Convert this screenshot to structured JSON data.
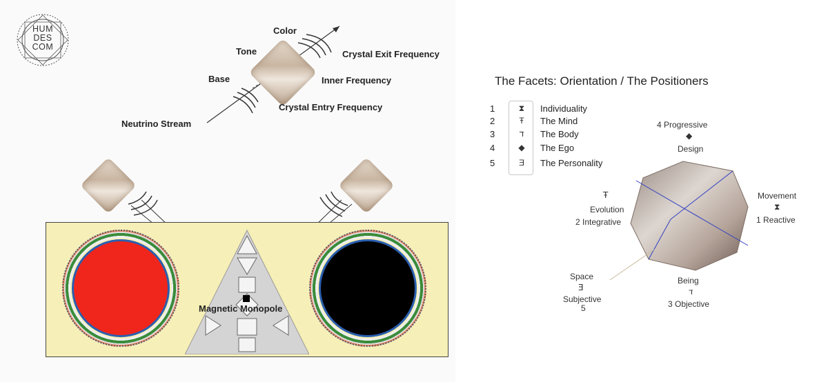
{
  "logo": {
    "lines": [
      "HUM",
      "DES",
      "COM"
    ]
  },
  "crystal_diagram": {
    "labels": {
      "color": "Color",
      "tone": "Tone",
      "base": "Base",
      "crystal_exit_frequency": "Crystal Exit Frequency",
      "inner_frequency": "Inner Frequency",
      "crystal_entry_frequency": "Crystal Entry Frequency",
      "neutrino_stream": "Neutrino Stream",
      "magnetic_monopole": "Magnetic Monopole"
    },
    "colors": {
      "design_core": "#f0251b",
      "personality_core": "#000000",
      "board": "#f6efb7"
    }
  },
  "facets": {
    "title": "The Facets: Orientation / The Positioners",
    "legend": [
      {
        "number": "1",
        "icon": "hourglass-icon",
        "name": "Individuality"
      },
      {
        "number": "2",
        "icon": "mind-glyph-icon",
        "name": "The Mind"
      },
      {
        "number": "3",
        "icon": "body-glyph-icon",
        "name": "The Body"
      },
      {
        "number": "4",
        "icon": "diamond-arrows-icon",
        "name": "The Ego"
      },
      {
        "number": "5",
        "icon": "personality-glyph-icon",
        "name": "The Personality"
      }
    ],
    "positions": {
      "progressive_number": "4 Progressive",
      "design": "Design",
      "movement": "Movement",
      "reactive": "1 Reactive",
      "evolution": "Evolution",
      "integrative": "2 Integrative",
      "being": "Being",
      "objective": "3 Objective",
      "space": "Space",
      "subjective": "Subjective",
      "subjective_number": "5"
    }
  }
}
